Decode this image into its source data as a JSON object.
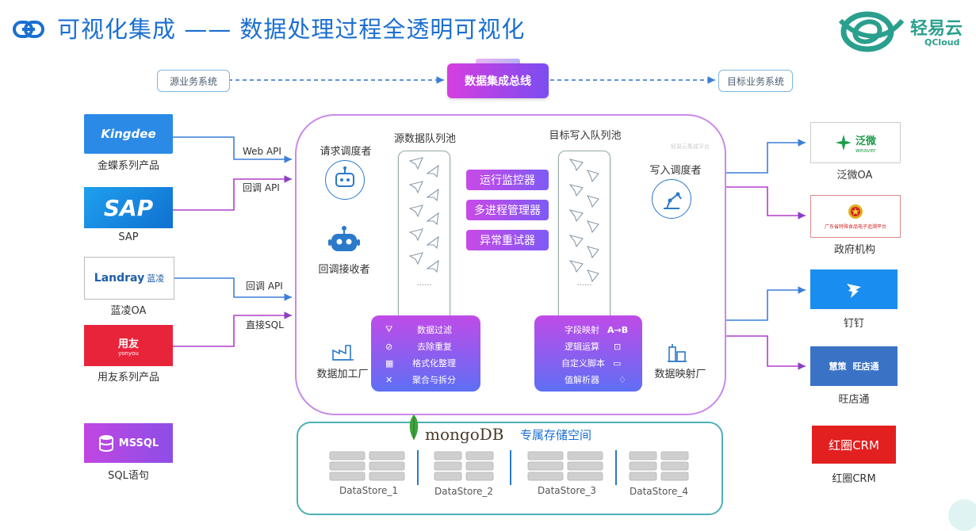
{
  "header": {
    "title": "可视化集成 —— 数据处理过程全透明可视化",
    "logo_cn": "轻易云",
    "logo_en": "QCloud"
  },
  "bus": {
    "source_system": "源业务系统",
    "center": "数据集成总线",
    "target_system": "目标业务系统"
  },
  "sources": [
    {
      "logo": "Kingdee",
      "label": "金蝶系列产品",
      "link": "Web API",
      "color": "#2b8ae6"
    },
    {
      "logo": "SAP",
      "label": "SAP",
      "link": "回调 API",
      "color": "#1f8de8"
    },
    {
      "logo": "Landray",
      "logo_cn": "蓝凌",
      "label": "蓝凌OA",
      "link": "回调 API",
      "color": "#1e5fa8"
    },
    {
      "logo": "用友",
      "logo_en": "yonyou",
      "label": "用友系列产品",
      "link": "直接SQL",
      "color": "#e8243a"
    },
    {
      "logo": "MSSQL",
      "label": "SQL语句",
      "color": "#b14ae0"
    }
  ],
  "targets": [
    {
      "logo": "泛微",
      "logo_en": "weaver",
      "label": "泛微OA"
    },
    {
      "logo": "广东省特殊食品电子追溯平台",
      "label": "政府机构"
    },
    {
      "label": "钉钉",
      "color": "#1a8df0"
    },
    {
      "logo": "慧策",
      "logo2": "旺店通",
      "label": "旺店通",
      "color": "#3a73c6"
    },
    {
      "logo": "红圈CRM",
      "label": "红圈CRM",
      "color": "#e32020"
    }
  ],
  "engine": {
    "watermark": "轻易云集成平台",
    "request_scheduler": "请求调度者",
    "callback_receiver": "回调接收者",
    "source_queue": "源数据队列池",
    "target_queue": "目标写入队列池",
    "write_scheduler": "写入调度者",
    "controls": [
      "运行监控器",
      "多进程管理器",
      "异常重试器"
    ],
    "processing_factory": "数据加工厂",
    "mapping_factory": "数据映射厂",
    "process_steps": [
      "数据过滤",
      "去除重复",
      "格式化整理",
      "聚合与拆分"
    ],
    "mapping_steps": [
      "字段映射",
      "逻辑运算",
      "自定义脚本",
      "值解析器"
    ],
    "mapping_icons": [
      "A→B",
      "⊡",
      "▭",
      "♢"
    ]
  },
  "storage": {
    "db": "mongoDB",
    "title": "专属存储空间",
    "stores": [
      "DataStore_1",
      "DataStore_2",
      "DataStore_3",
      "DataStore_4"
    ]
  }
}
